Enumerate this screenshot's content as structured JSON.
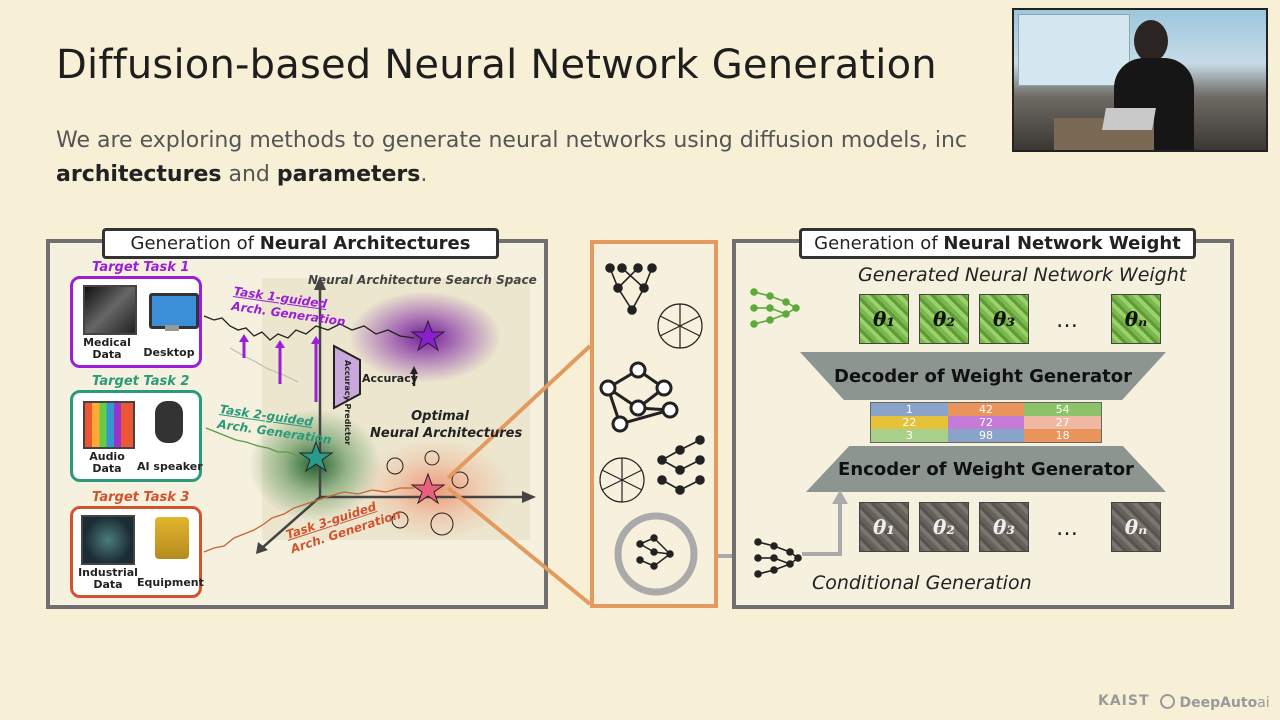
{
  "slide": {
    "title": "Diffusion-based Neural Network Generation",
    "subtitle_line1": "We are exploring methods to generate neural networks using diffusion models, inc",
    "subtitle_term1": "architectures",
    "subtitle_and": " and ",
    "subtitle_term2": "parameters",
    "subtitle_end": "."
  },
  "left_panel": {
    "title_prefix": "Generation of ",
    "title_bold": "Neural Architectures",
    "search_space_label": "Neural Architecture Search Space",
    "optimal_label_1": "Optimal",
    "optimal_label_2": "Neural Architectures",
    "predictor_label": "Accuracy Predictor",
    "accuracy_label": "Accuracy",
    "tasks": [
      {
        "name": "Target Task 1",
        "color": "#9b1fd6",
        "item1": "Medical Data",
        "item2": "Desktop",
        "guided_1": "Task 1-guided",
        "guided_2": "Arch. Generation"
      },
      {
        "name": "Target Task 2",
        "color": "#2a9a7a",
        "item1": "Audio Data",
        "item2": "AI speaker",
        "guided_1": "Task 2-guided",
        "guided_2": "Arch. Generation"
      },
      {
        "name": "Target Task 3",
        "color": "#d2542f",
        "item1": "Industrial Data",
        "item2": "Equipment",
        "guided_1": "Task 3-guided",
        "guided_2": "Arch. Generation"
      }
    ]
  },
  "right_panel": {
    "title_prefix": "Generation of ",
    "title_bold": "Neural Network Weight",
    "generated_label": "Generated Neural Network Weight",
    "decoder_label": "Decoder of Weight Generator",
    "encoder_label": "Encoder of Weight Generator",
    "conditional_label": "Conditional Generation",
    "theta_generated": [
      "θ₁",
      "θ₂",
      "θ₃",
      "θₙ"
    ],
    "theta_input": [
      "θ₁",
      "θ₂",
      "θ₃",
      "θₙ"
    ],
    "ellipsis": "…",
    "latent_rows": [
      [
        "1",
        "42",
        "54"
      ],
      [
        "22",
        "72",
        "27"
      ],
      [
        "3",
        "98",
        "18"
      ]
    ],
    "latent_colors": [
      [
        "#8aa3c8",
        "#e8945a",
        "#8cc36a"
      ],
      [
        "#e6c23a",
        "#c57bd6",
        "#f0b8a2"
      ],
      [
        "#a9d08b",
        "#8aa3c8",
        "#e8945a"
      ]
    ]
  },
  "footer": {
    "logo1": "KAIST",
    "logo2": "DeepAuto",
    "logo2_suffix": "ai"
  },
  "colors": {
    "background": "#f7efd6",
    "highlight_frame": "#e39a5f",
    "task1": "#9b1fd6",
    "task2": "#2a9a7a",
    "task3": "#d2542f"
  }
}
